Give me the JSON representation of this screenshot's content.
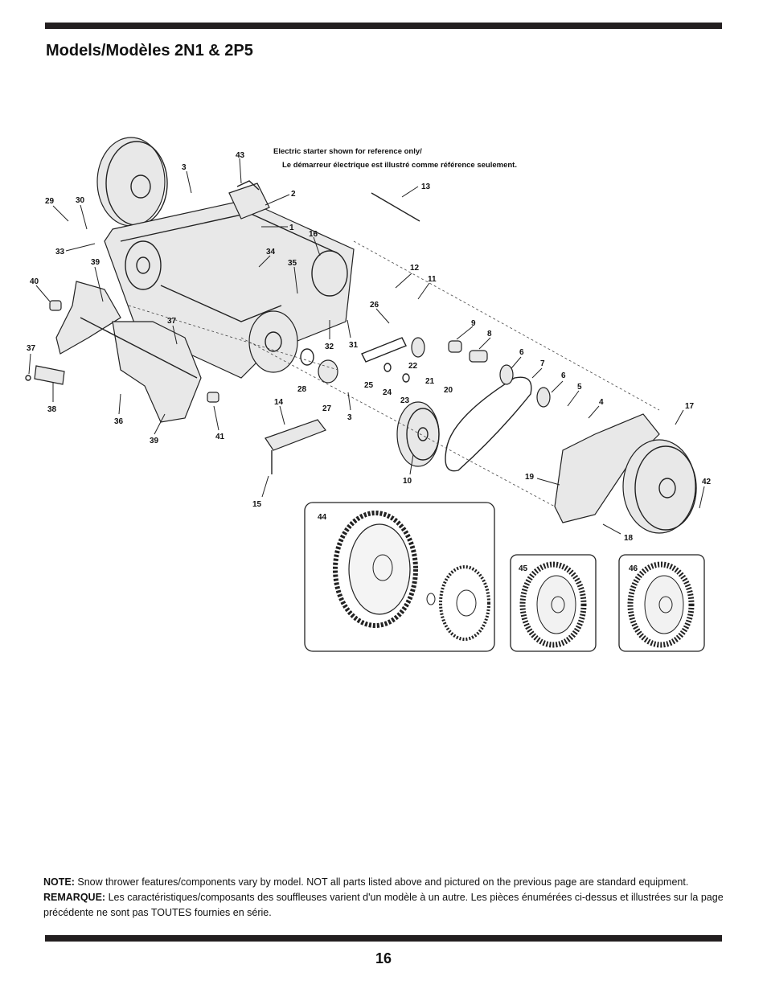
{
  "header": {
    "title": "Models/Modèles 2N1 & 2P5"
  },
  "reference_note": {
    "line1": "Electric starter shown for reference only/",
    "line2": "Le démarreur électrique est illustré comme référence seulement."
  },
  "callouts": [
    "43",
    "3",
    "2",
    "1",
    "13",
    "29",
    "30",
    "33",
    "39",
    "40",
    "16",
    "34",
    "35",
    "12",
    "11",
    "26",
    "9",
    "8",
    "37",
    "32",
    "31",
    "22",
    "6",
    "7",
    "21",
    "20",
    "28",
    "27",
    "25",
    "24",
    "23",
    "6",
    "5",
    "4",
    "17",
    "38",
    "36",
    "39",
    "41",
    "14",
    "3",
    "10",
    "19",
    "42",
    "15",
    "18",
    "44",
    "45",
    "46"
  ],
  "insets": [
    {
      "label": "44",
      "icon": "tread-wheel-with-hubcap-icon"
    },
    {
      "label": "45",
      "icon": "diamond-tread-wheel-icon"
    },
    {
      "label": "46",
      "icon": "diamond-tread-wheel-icon"
    }
  ],
  "note": {
    "label": "NOTE:",
    "text": "Snow thrower features/components vary by model. NOT all parts listed above and pictured on the previous page are standard equipment.",
    "label_fr": "REMARQUE:",
    "text_fr": "Les caractéristiques/composants des souffleuses varient d'un modèle à un autre. Les pièces énumérées ci-dessus et illustrées sur la page précédente ne sont pas TOUTES fournies en série."
  },
  "footer": {
    "page_number": "16"
  }
}
